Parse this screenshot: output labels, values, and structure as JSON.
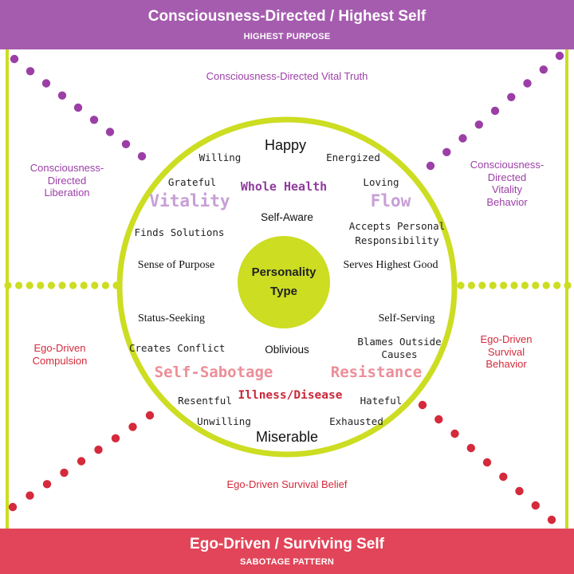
{
  "header": {
    "title": "Consciousness-Directed / Highest Self",
    "subtitle": "HIGHEST PURPOSE"
  },
  "footer": {
    "title": "Ego-Driven / Surviving Self",
    "subtitle": "SABOTAGE PATTERN"
  },
  "outer_labels": {
    "top": "Consciousness-Directed Vital Truth",
    "left_top": "Consciousness-\nDirected\nLiberation",
    "right_top": "Consciousness-\nDirected\nVitality\nBehavior",
    "left_bottom": "Ego-Driven\nCompulsion",
    "right_bottom": "Ego-Driven\nSurvival\nBehavior",
    "bottom": "Ego-Driven Survival Belief"
  },
  "circle": {
    "center_line1": "Personality",
    "center_line2": "Type",
    "upper": {
      "happy": "Happy",
      "willing": "Willing",
      "energized": "Energized",
      "grateful": "Grateful",
      "whole_health": "Whole Health",
      "loving": "Loving",
      "vitality": "Vitality",
      "flow": "Flow",
      "self_aware": "Self-Aware",
      "accepts_personal": "Accepts Personal\nResponsibility",
      "finds_solutions": "Finds Solutions",
      "sense_of_purpose": "Sense of Purpose",
      "serves_highest_good": "Serves Highest Good"
    },
    "lower": {
      "status_seeking": "Status-Seeking",
      "self_serving": "Self-Serving",
      "creates_conflict": "Creates Conflict",
      "oblivious": "Oblivious",
      "blames_outside": "Blames Outside\nCauses",
      "self_sabotage": "Self-Sabotage",
      "resistance": "Resistance",
      "illness_disease": "Illness/Disease",
      "resentful": "Resentful",
      "hateful": "Hateful",
      "unwilling": "Unwilling",
      "exhausted": "Exhausted",
      "miserable": "Miserable"
    }
  },
  "colors": {
    "purple": "#a55cae",
    "red": "#e24559",
    "lime": "#ccdd22",
    "purple_dot": "#9b3fa6",
    "red_dot": "#d42a3b"
  }
}
